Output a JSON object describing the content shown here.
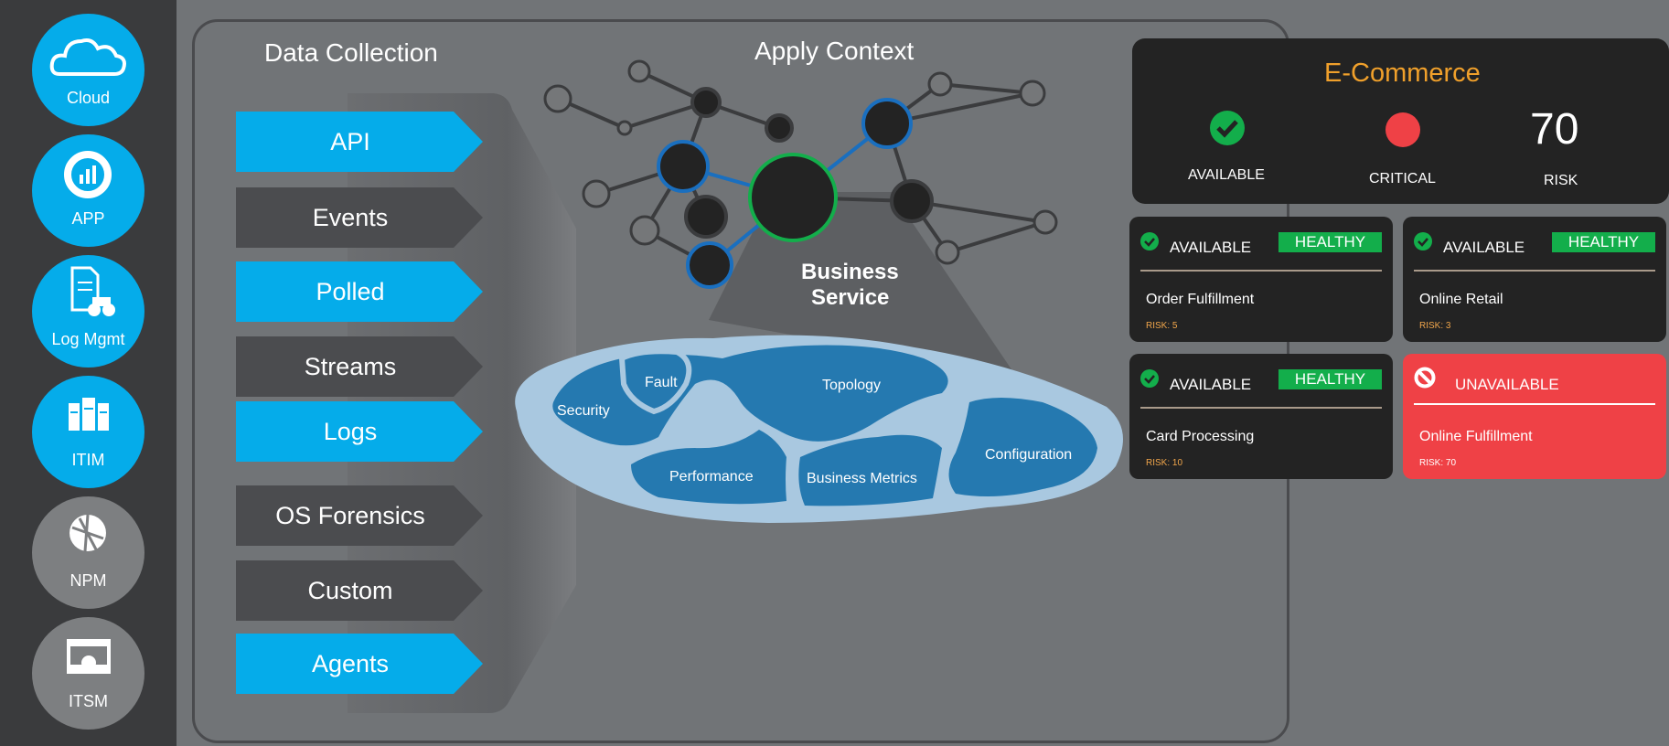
{
  "sidebar": {
    "items": [
      {
        "label": "Cloud",
        "icon": "cloud-icon",
        "color": "#05acea"
      },
      {
        "label": "APP",
        "icon": "app-chart-icon",
        "color": "#05acea"
      },
      {
        "label": "Log Mgmt",
        "icon": "log-binoculars-icon",
        "color": "#05acea"
      },
      {
        "label": "ITIM",
        "icon": "server-rack-icon",
        "color": "#05acea"
      },
      {
        "label": "NPM",
        "icon": "network-globe-icon",
        "color": "#7d7f81"
      },
      {
        "label": "ITSM",
        "icon": "window-gear-icon",
        "color": "#7d7f81"
      }
    ]
  },
  "collection": {
    "title": "Data Collection",
    "sources": [
      {
        "label": "API",
        "active": true
      },
      {
        "label": "Events",
        "active": false
      },
      {
        "label": "Polled",
        "active": true
      },
      {
        "label": "Streams",
        "active": false
      },
      {
        "label": "Logs",
        "active": true
      },
      {
        "label": "OS Forensics",
        "active": false
      },
      {
        "label": "Custom",
        "active": false
      },
      {
        "label": "Agents",
        "active": true
      }
    ]
  },
  "context": {
    "title": "Apply Context",
    "center_label_line1": "Business",
    "center_label_line2": "Service",
    "map_regions": [
      "Security",
      "Fault",
      "Topology",
      "Performance",
      "Business Metrics",
      "Configuration"
    ]
  },
  "summary": {
    "title": "E-Commerce",
    "available_label": "AVAILABLE",
    "critical_label": "CRITICAL",
    "risk_value": "70",
    "risk_label": "RISK"
  },
  "cards": [
    {
      "status": "AVAILABLE",
      "badge": "HEALTHY",
      "service": "Order Fulfillment",
      "risk": "RISK: 5",
      "alert": false
    },
    {
      "status": "AVAILABLE",
      "badge": "HEALTHY",
      "service": "Online Retail",
      "risk": "RISK: 3",
      "alert": false
    },
    {
      "status": "AVAILABLE",
      "badge": "HEALTHY",
      "service": "Card Processing",
      "risk": "RISK: 10",
      "alert": false
    },
    {
      "status": "UNAVAILABLE",
      "badge": "",
      "service": "Online Fulfillment",
      "risk": "RISK: 70",
      "alert": true
    }
  ],
  "colors": {
    "accent_blue": "#05acea",
    "dark_chip": "#4b4c4f",
    "healthy_green": "#13ae4b",
    "critical_red": "#ef4146",
    "title_orange": "#f0a02b"
  }
}
